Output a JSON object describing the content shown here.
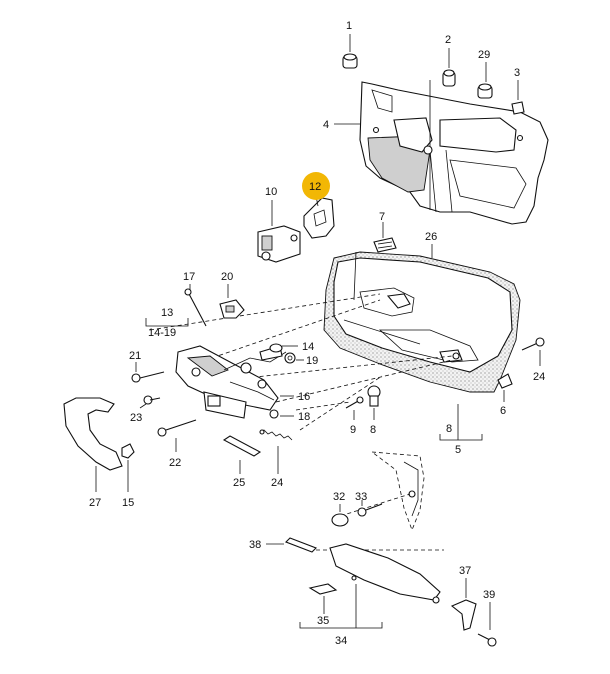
{
  "highlight": {
    "label": "12",
    "color": "#f2b705"
  },
  "labels": {
    "p1": "1",
    "p2": "2",
    "p29": "29",
    "p3": "3",
    "p4": "4",
    "p10": "10",
    "p7": "7",
    "p26": "26",
    "p17": "17",
    "p20": "20",
    "p13": "13",
    "p14_19": "14-19",
    "p21": "21",
    "p14": "14",
    "p19": "19",
    "p16": "16",
    "p18": "18",
    "p23": "23",
    "p22": "22",
    "p25": "25",
    "p24a": "24",
    "p24b": "24",
    "p27": "27",
    "p15": "15",
    "p9": "9",
    "p8a": "8",
    "p8b": "8",
    "p5": "5",
    "p6": "6",
    "p32": "32",
    "p33": "33",
    "p38": "38",
    "p35": "35",
    "p34": "34",
    "p37": "37",
    "p39": "39"
  },
  "colors": {
    "line": "#111111",
    "highlight_badge": "#f2b705"
  }
}
